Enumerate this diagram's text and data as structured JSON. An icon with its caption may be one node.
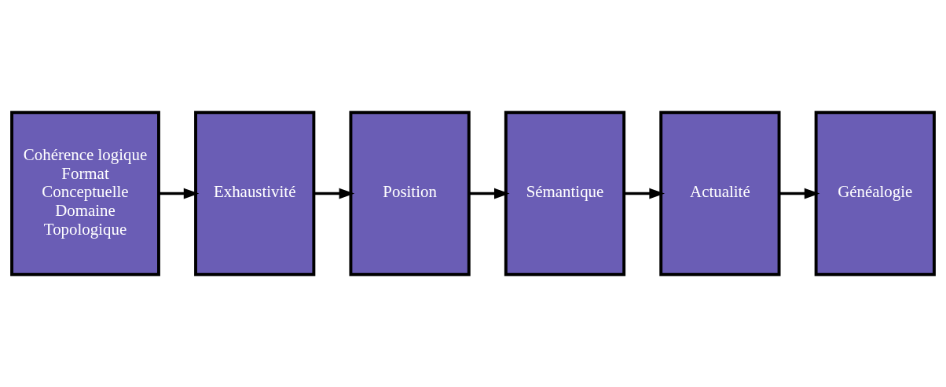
{
  "diagram": {
    "nodes": [
      {
        "text": [
          "Cohérence logique",
          "Format",
          "Conceptuelle",
          "Domaine",
          "Topologique"
        ]
      },
      {
        "text": [
          "Exhaustivité"
        ]
      },
      {
        "text": [
          "Position"
        ]
      },
      {
        "text": [
          "Sémantique"
        ]
      },
      {
        "text": [
          "Actualité"
        ]
      },
      {
        "text": [
          "Généalogie"
        ]
      }
    ],
    "edges": [
      {
        "from": 0,
        "to": 1,
        "arrow": "to"
      },
      {
        "from": 1,
        "to": 2,
        "arrow": "to"
      },
      {
        "from": 2,
        "to": 3,
        "arrow": "to"
      },
      {
        "from": 3,
        "to": 4,
        "arrow": "to"
      },
      {
        "from": 4,
        "to": 5,
        "arrow": "to"
      }
    ]
  }
}
